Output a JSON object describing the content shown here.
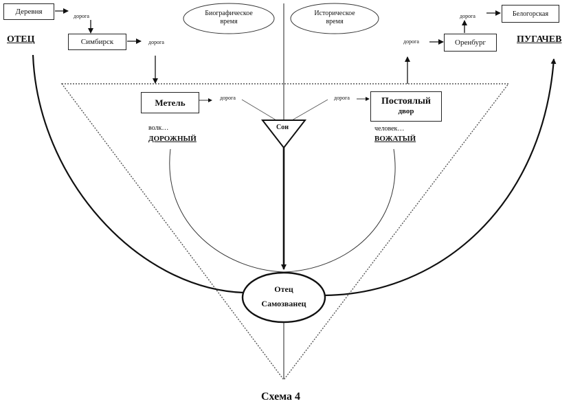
{
  "diagram": {
    "caption": "Схема 4",
    "characters": {
      "left": "ОТЕЦ",
      "right": "ПУГАЧЕВ"
    },
    "time_ellipses": {
      "biographical": [
        "Биографическое",
        "время"
      ],
      "historical": [
        "Историческое",
        "время"
      ]
    },
    "places": {
      "derevnya": "Деревня",
      "simbirsk": "Симбирск",
      "orenburg": "Оренбург",
      "belogorskaya": "Белогорская"
    },
    "road_label": "дорога",
    "episodes": {
      "metel": "Метель",
      "postoyaly_dvor": [
        "Постоялый",
        "двор"
      ]
    },
    "descriptors": {
      "left_word": "волк…",
      "left_key": "ДОРОЖНЫЙ",
      "right_word": "человек…",
      "right_key": "ВОЖАТЫЙ"
    },
    "dream": "Сон",
    "center": [
      "Отец",
      "Самозванец"
    ]
  }
}
